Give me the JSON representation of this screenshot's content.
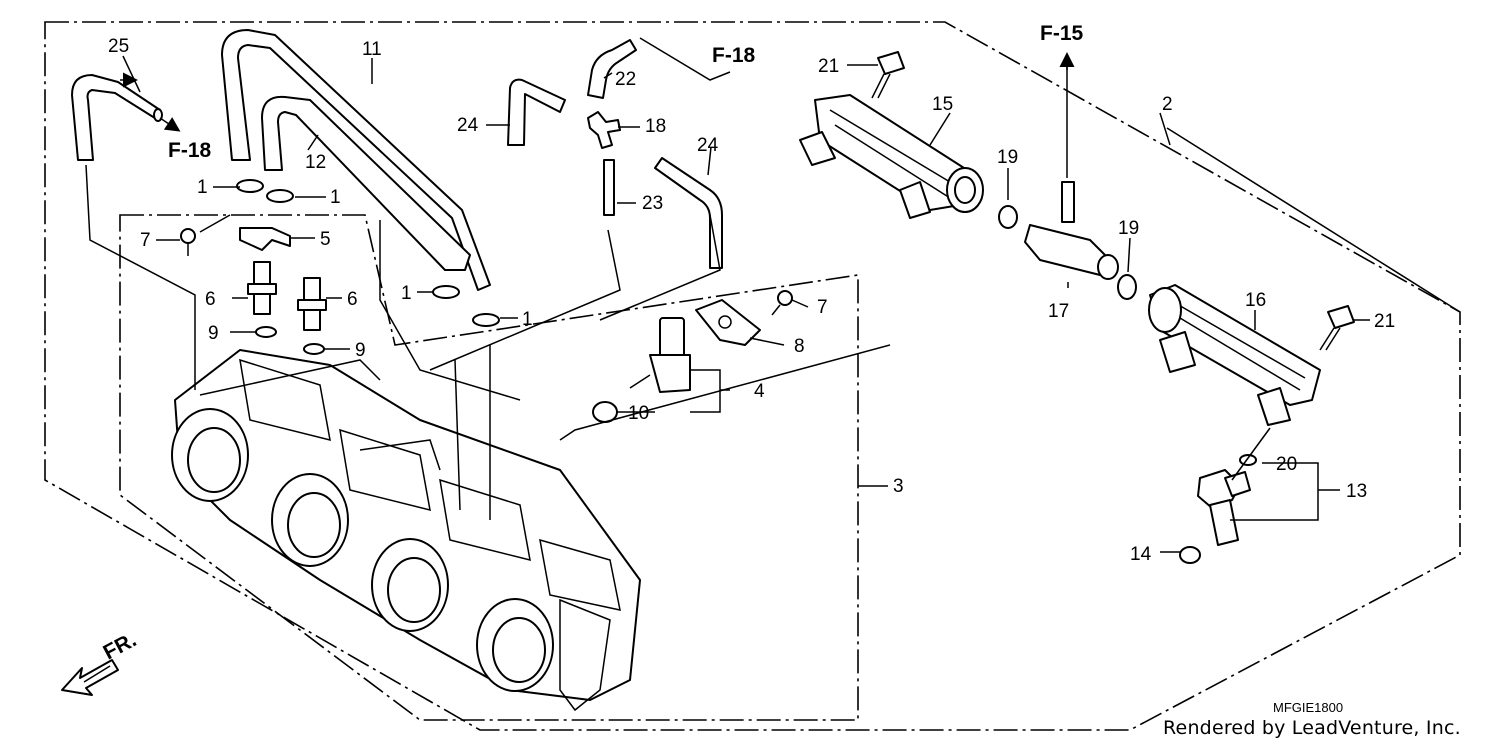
{
  "diagram": {
    "callouts": {
      "c1a": "1",
      "c1b": "1",
      "c1c": "1",
      "c1d": "1",
      "c2": "2",
      "c3": "3",
      "c4": "4",
      "c5": "5",
      "c6a": "6",
      "c6b": "6",
      "c7a": "7",
      "c7b": "7",
      "c8": "8",
      "c9a": "9",
      "c9b": "9",
      "c10": "10",
      "c11": "11",
      "c12": "12",
      "c13": "13",
      "c14": "14",
      "c15": "15",
      "c16": "16",
      "c17": "17",
      "c18": "18",
      "c19a": "19",
      "c19b": "19",
      "c20": "20",
      "c21a": "21",
      "c21b": "21",
      "c22": "22",
      "c23": "23",
      "c24a": "24",
      "c24b": "24",
      "c25": "25"
    },
    "references": {
      "f18_left": "F-18",
      "f18_top": "F-18",
      "f15": "F-15"
    },
    "front_label": "FR.",
    "diagram_code": "MFGIE1800",
    "credit": "Rendered by LeadVenture, Inc."
  }
}
